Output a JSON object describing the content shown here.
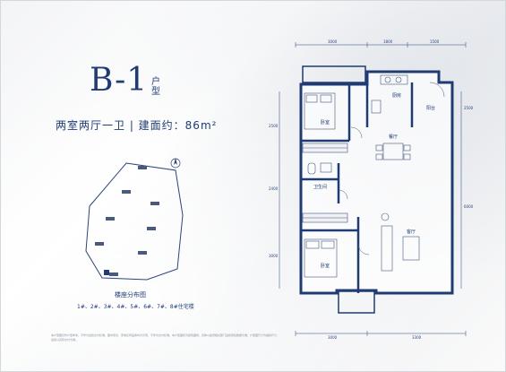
{
  "header": {
    "unit_code": "B-1",
    "unit_suffix": "户型",
    "layout_desc": "两室两厅一卫 | 建面约：86m²"
  },
  "site_plan": {
    "title": "楼座分布图",
    "buildings": "1#、2#、3#、4#、5#、6#、7#、8#住宅楼"
  },
  "floor_plan": {
    "rooms": {
      "bedroom_top": "卧室",
      "bedroom_bottom": "卧室",
      "kitchen": "厨房",
      "dining": "餐厅",
      "bathroom": "卫生间",
      "living": "客厅",
      "balcony_right": "阳台"
    },
    "dimensions_top": [
      "3000",
      "1800",
      "1500"
    ],
    "dimensions_bottom": [
      "3000",
      "3300"
    ],
    "dimensions_left": [
      "2500",
      "2400",
      "3000"
    ],
    "dimensions_right": [
      "2500",
      "6000"
    ]
  },
  "notes": "本户型图仅作户型参考，不作为最终交付标准，图中家具、家电及饰品等均为示意，不作为交付标准。本户型面积为建筑面积，具体以政府相关部门最终测绘数据为准；户型图尺寸为轴线尺寸，最终以实际交付为准。"
}
